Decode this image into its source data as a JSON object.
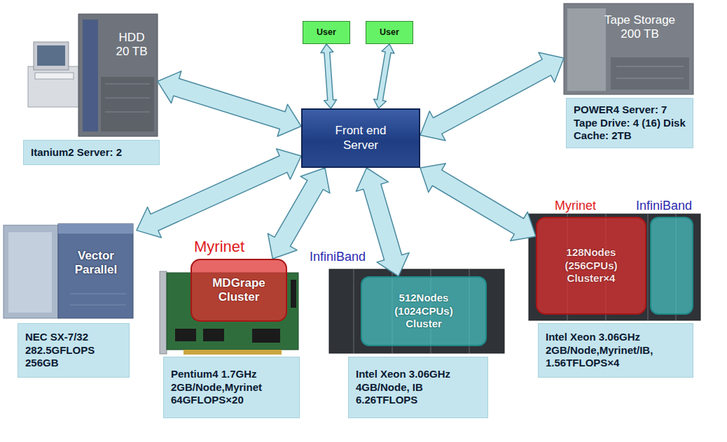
{
  "diagram": {
    "nodes": [
      {
        "text": [
          "HDD 20 TB"
        ]
      },
      {
        "text": [
          "Itanium2 Server: 2"
        ]
      },
      {
        "text": [
          "User"
        ]
      },
      {
        "text": [
          "User"
        ]
      },
      {
        "text": [
          "Front end Server"
        ]
      },
      {
        "text": [
          "Tape Storage 200 TB"
        ]
      },
      {
        "text": [
          "POWER4 Server: 7 Tape Drive: 4 (16) Disk Cache: 2TB"
        ]
      },
      {
        "text": [
          "Vector Parallel"
        ]
      },
      {
        "text": [
          "NEC SX-7/32 282.5GFLOPS 256GB"
        ]
      },
      {
        "text": [
          "Myrinet",
          "MDGrape Cluster"
        ]
      },
      {
        "text": [
          "InfiniBand",
          "512Nodes (1024CPUs) Cluster"
        ]
      },
      {
        "text": [
          "Myrinet",
          "128Nodes (256CPUs) Cluster×4"
        ]
      },
      {
        "text": [
          "InfiniBand"
        ]
      },
      {
        "text": [
          "Pentium4 1.7GHz 2GB/Node,Myrinet 64GFLOPS×20"
        ]
      },
      {
        "text": [
          "Intel Xeon 3.06GHz 4GB/Node, IB 6.26TFLOPS"
        ]
      },
      {
        "text": [
          "Intel Xeon 3.06GHz 2GB/Node,Myrinet/IB, 1.56TFLOPS×4"
        ]
      }
    ],
    "edges": [
      {
        "from": 2,
        "to": 4,
        "arrow": "both"
      },
      {
        "from": 3,
        "to": 4,
        "arrow": "both"
      },
      {
        "from": 4,
        "to": 0,
        "arrow": "both"
      },
      {
        "from": 4,
        "to": 5,
        "arrow": "both"
      },
      {
        "from": 4,
        "to": 7,
        "arrow": "both"
      },
      {
        "from": 4,
        "to": 9,
        "arrow": "both"
      },
      {
        "from": 4,
        "to": 10,
        "arrow": "both"
      },
      {
        "from": 4,
        "to": 11,
        "arrow": "both"
      }
    ]
  }
}
